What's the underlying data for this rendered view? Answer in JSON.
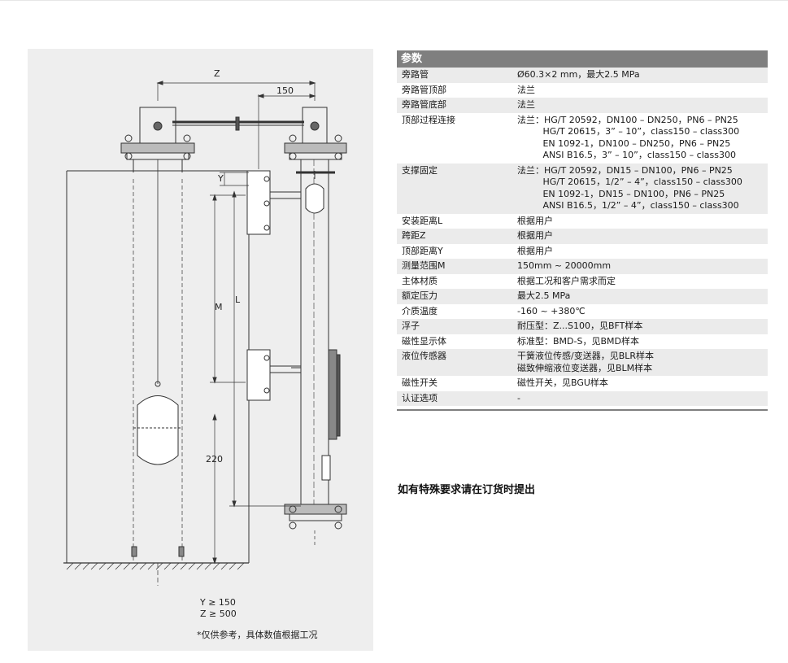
{
  "drawing": {
    "dim_z": "Z",
    "dim_150": "150",
    "dim_y": "Y",
    "dim_m": "M",
    "dim_l": "L",
    "dim_220": "220",
    "note_y": "Y ≥ 150",
    "note_z": "Z ≥ 500",
    "note_ref": "*仅供参考，具体数值根据工况"
  },
  "table": {
    "title": "参数",
    "rows": [
      {
        "label": "旁路管",
        "value": "Ø60.3×2 mm，最大2.5 MPa"
      },
      {
        "label": "旁路管顶部",
        "value": "法兰"
      },
      {
        "label": "旁路管底部",
        "value": "法兰"
      },
      {
        "label": "顶部过程连接",
        "value": "法兰：HG/T 20592，DN100 – DN250，PN6 – PN25\n         HG/T 20615，3” – 10”，class150 – class300\n         EN 1092-1，DN100 – DN250，PN6 – PN25\n         ANSI B16.5，3” – 10”，class150 – class300"
      },
      {
        "label": "支撑固定",
        "value": "法兰：HG/T 20592，DN15 – DN100，PN6 – PN25\n         HG/T 20615，1/2” – 4”，class150 – class300\n         EN 1092-1，DN15 – DN100，PN6 – PN25\n         ANSI B16.5，1/2” – 4”，class150 – class300"
      },
      {
        "label": "安装距离L",
        "value": "根据用户"
      },
      {
        "label": "跨距Z",
        "value": "根据用户"
      },
      {
        "label": "顶部距离Y",
        "value": "根据用户"
      },
      {
        "label": "测量范围M",
        "value": "150mm ~ 20000mm"
      },
      {
        "label": "主体材质",
        "value": "根据工况和客户需求而定"
      },
      {
        "label": "额定压力",
        "value": "最大2.5 MPa"
      },
      {
        "label": "介质温度",
        "value": "-160 ~ +380℃"
      },
      {
        "label": "浮子",
        "value": "耐压型：Z...S100，见BFT样本"
      },
      {
        "label": "磁性显示体",
        "value": "标准型：BMD-S，见BMD样本"
      },
      {
        "label": "液位传感器",
        "value": "干簧液位传感/变送器，见BLR样本\n磁致伸缩液位变送器，见BLM样本"
      },
      {
        "label": "磁性开关",
        "value": "磁性开关，见BGU样本"
      },
      {
        "label": "认证选项",
        "value": "-"
      }
    ]
  },
  "footnote": "如有特殊要求请在订货时提出"
}
